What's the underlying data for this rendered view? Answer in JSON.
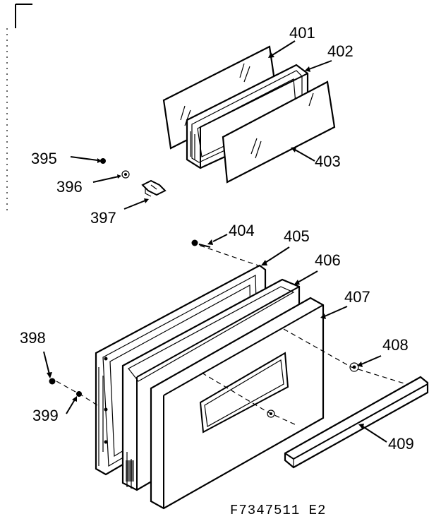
{
  "figure": {
    "reference": "F7347511 E2",
    "parts": [
      {
        "id": "p401",
        "label": "401"
      },
      {
        "id": "p402",
        "label": "402"
      },
      {
        "id": "p403",
        "label": "403"
      },
      {
        "id": "p395",
        "label": "395"
      },
      {
        "id": "p396",
        "label": "396"
      },
      {
        "id": "p397",
        "label": "397"
      },
      {
        "id": "p404",
        "label": "404"
      },
      {
        "id": "p405",
        "label": "405"
      },
      {
        "id": "p406",
        "label": "406"
      },
      {
        "id": "p407",
        "label": "407"
      },
      {
        "id": "p398",
        "label": "398"
      },
      {
        "id": "p408",
        "label": "408"
      },
      {
        "id": "p399",
        "label": "399"
      },
      {
        "id": "p409",
        "label": "409"
      }
    ]
  }
}
